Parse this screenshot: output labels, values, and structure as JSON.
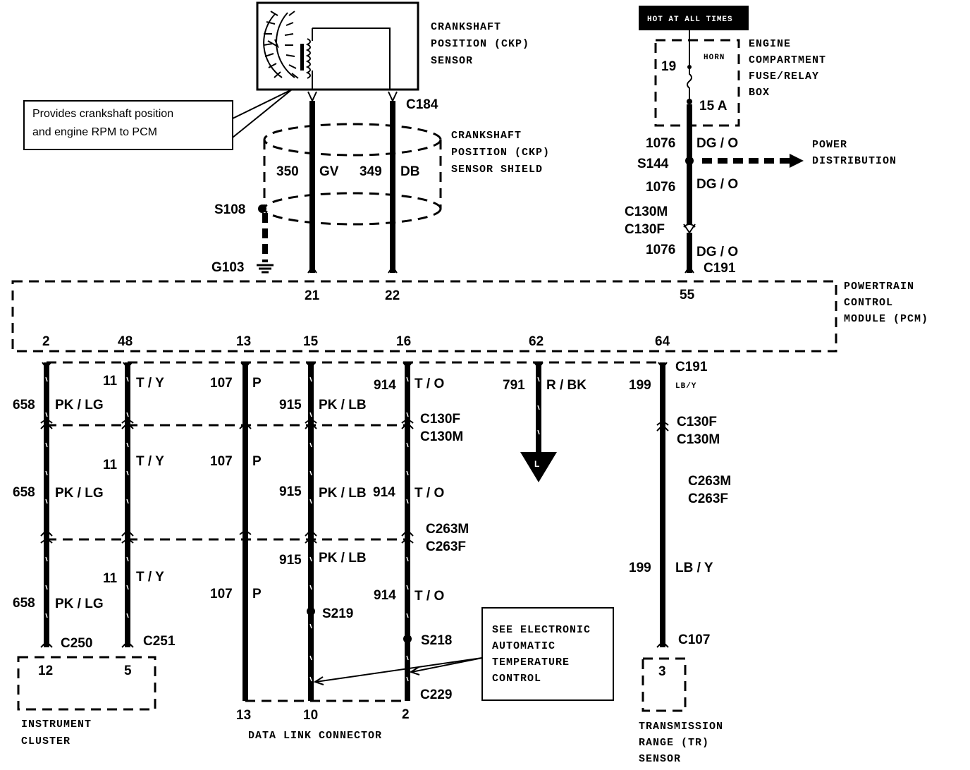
{
  "sensor": {
    "title_1": "CRANKSHAFT",
    "title_2": "POSITION (CKP)",
    "title_3": "SENSOR",
    "connector": "C184"
  },
  "callout": {
    "line_1": "Provides crankshaft position",
    "line_2": "and engine RPM to PCM"
  },
  "shield": {
    "line_1": "CRANKSHAFT",
    "line_2": "POSITION (CKP)",
    "line_3": "SENSOR SHIELD"
  },
  "ckp_wires": [
    {
      "circuit": "350",
      "color": "GV",
      "pin": "21"
    },
    {
      "circuit": "349",
      "color": "DB",
      "pin": "22"
    }
  ],
  "ground": {
    "splice": "S108",
    "ground": "G103"
  },
  "hot_label": "HOT AT ALL TIMES",
  "fuse_box": {
    "line_1": "ENGINE",
    "line_2": "COMPARTMENT",
    "line_3": "FUSE/RELAY",
    "line_4": "BOX",
    "fuse_number": "19",
    "relay": "HORN",
    "rating": "15 A"
  },
  "power_feed": {
    "circuit": "1076",
    "color": "DG / O",
    "splice": "S144",
    "dist_1": "POWER",
    "dist_2": "DISTRIBUTION",
    "conn_m": "C130M",
    "conn_f": "C130F",
    "pcm_conn": "C191",
    "pin": "55"
  },
  "pcm": {
    "line_1": "POWERTRAIN",
    "line_2": "CONTROL",
    "line_3": "MODULE (PCM)"
  },
  "pcm_pins": [
    "2",
    "48",
    "13",
    "15",
    "16",
    "62",
    "64"
  ],
  "w658": {
    "circuit": "658",
    "color": "PK / LG",
    "conn": "C250"
  },
  "w11": {
    "circuit": "11",
    "color": "T / Y",
    "conn": "C251"
  },
  "w107": {
    "circuit": "107",
    "color": "P"
  },
  "w915": {
    "circuit": "915",
    "color": "PK / LB",
    "splice": "S219"
  },
  "w914": {
    "circuit": "914",
    "color": "T / O",
    "splice": "S218",
    "conn": "C229"
  },
  "w791": {
    "circuit": "791",
    "color": "R  / BK",
    "arrow": "L"
  },
  "w199": {
    "circuit": "199",
    "color_small": "LB/Y",
    "color": "LB / Y",
    "conn_top": "C191",
    "conn_bottom": "C107"
  },
  "connectors": {
    "c130f": "C130F",
    "c130m": "C130M",
    "c263m": "C263M",
    "c263f": "C263F"
  },
  "ic": {
    "pin_a": "12",
    "pin_b": "5",
    "line_1": "INSTRUMENT",
    "line_2": "CLUSTER"
  },
  "dlc": {
    "pin_a": "13",
    "pin_b": "10",
    "pin_c": "2",
    "label": "DATA LINK CONNECTOR"
  },
  "see_note": {
    "line_1": "SEE ELECTRONIC",
    "line_2": "AUTOMATIC",
    "line_3": "TEMPERATURE",
    "line_4": "CONTROL"
  },
  "tr": {
    "pin": "3",
    "line_1": "TRANSMISSION",
    "line_2": "RANGE (TR)",
    "line_3": "SENSOR"
  }
}
